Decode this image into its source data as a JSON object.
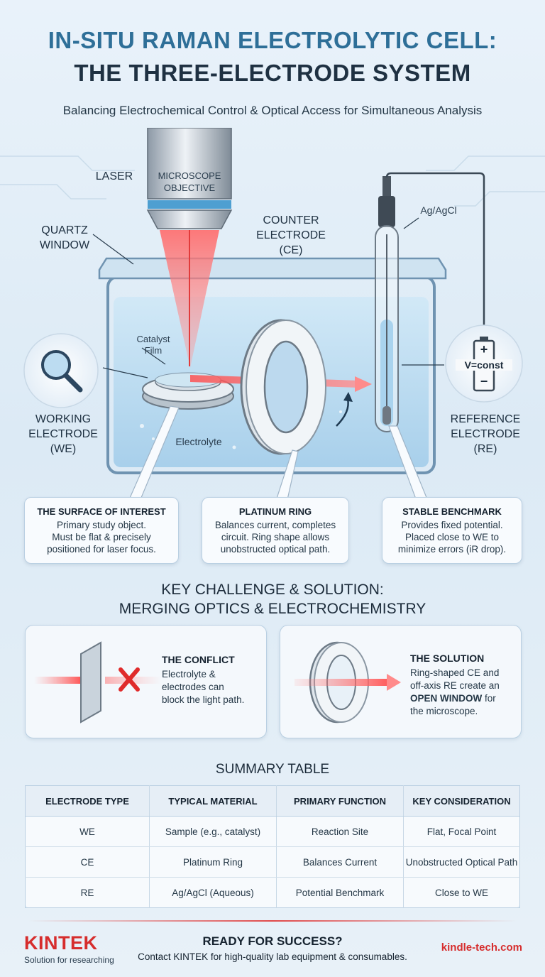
{
  "header": {
    "title_line1": "IN-SITU RAMAN ELECTROLYTIC CELL:",
    "title_line2": "THE THREE-ELECTRODE SYSTEM",
    "subtitle": "Balancing Electrochemical Control & Optical Access for Simultaneous Analysis"
  },
  "diagram": {
    "laser": "LASER",
    "objective_line1": "MICROSCOPE",
    "objective_line2": "OBJECTIVE",
    "quartz_line1": "QUARTZ",
    "quartz_line2": "WINDOW",
    "counter_line1": "COUNTER",
    "counter_line2": "ELECTRODE",
    "counter_line3": "(CE)",
    "agagcl": "Ag/AgCl",
    "catalyst_line1": "Catalyst",
    "catalyst_line2": "Film",
    "working_line1": "WORKING",
    "working_line2": "ELECTRODE",
    "working_line3": "(WE)",
    "electrolyte": "Electrolyte",
    "reference_line1": "REFERENCE",
    "reference_line2": "ELECTRODE",
    "reference_line3": "(RE)",
    "battery_plus": "+",
    "battery_label": "V=const",
    "battery_minus": "−"
  },
  "cards": [
    {
      "title": "THE SURFACE OF INTEREST",
      "line1": "Primary study object.",
      "line2": "Must be flat & precisely",
      "line3": "positioned for laser focus."
    },
    {
      "title": "PLATINUM RING",
      "line1": "Balances current, completes",
      "line2": "circuit. Ring shape allows",
      "line3": "unobstructed optical path."
    },
    {
      "title": "STABLE BENCHMARK",
      "line1": "Provides fixed potential.",
      "line2": "Placed close to WE to",
      "line3": "minimize errors (iR drop)."
    }
  ],
  "challenge": {
    "title_line1": "KEY CHALLENGE & SOLUTION:",
    "title_line2": "MERGING OPTICS & ELECTROCHEMISTRY",
    "conflict_title": "THE CONFLICT",
    "conflict_line1": "Electrolyte &",
    "conflict_line2": "electrodes can",
    "conflict_line3": "block the light path.",
    "solution_title": "THE SOLUTION",
    "solution_line1": "Ring-shaped CE and",
    "solution_line2": "off-axis RE create an",
    "solution_bold": "OPEN WINDOW",
    "solution_line3_rest": " for",
    "solution_line4": "the microscope."
  },
  "summary": {
    "title": "SUMMARY TABLE",
    "headers": [
      "ELECTRODE TYPE",
      "TYPICAL MATERIAL",
      "PRIMARY FUNCTION",
      "KEY CONSIDERATION"
    ],
    "rows": [
      [
        "WE",
        "Sample (e.g., catalyst)",
        "Reaction Site",
        "Flat, Focal Point"
      ],
      [
        "CE",
        "Platinum Ring",
        "Balances Current",
        "Unobstructed Optical Path"
      ],
      [
        "RE",
        "Ag/AgCl (Aqueous)",
        "Potential Benchmark",
        "Close to WE"
      ]
    ]
  },
  "footer": {
    "brand": "KINTEK",
    "tagline": "Solution for researching",
    "cta_title": "READY FOR SUCCESS?",
    "cta_text": "Contact KINTEK for high-quality lab equipment & consumables.",
    "url": "kindle-tech.com"
  },
  "colors": {
    "title_blue": "#2e6f98",
    "laser_red": "#e23b3b",
    "brand_red": "#d62d2d"
  }
}
